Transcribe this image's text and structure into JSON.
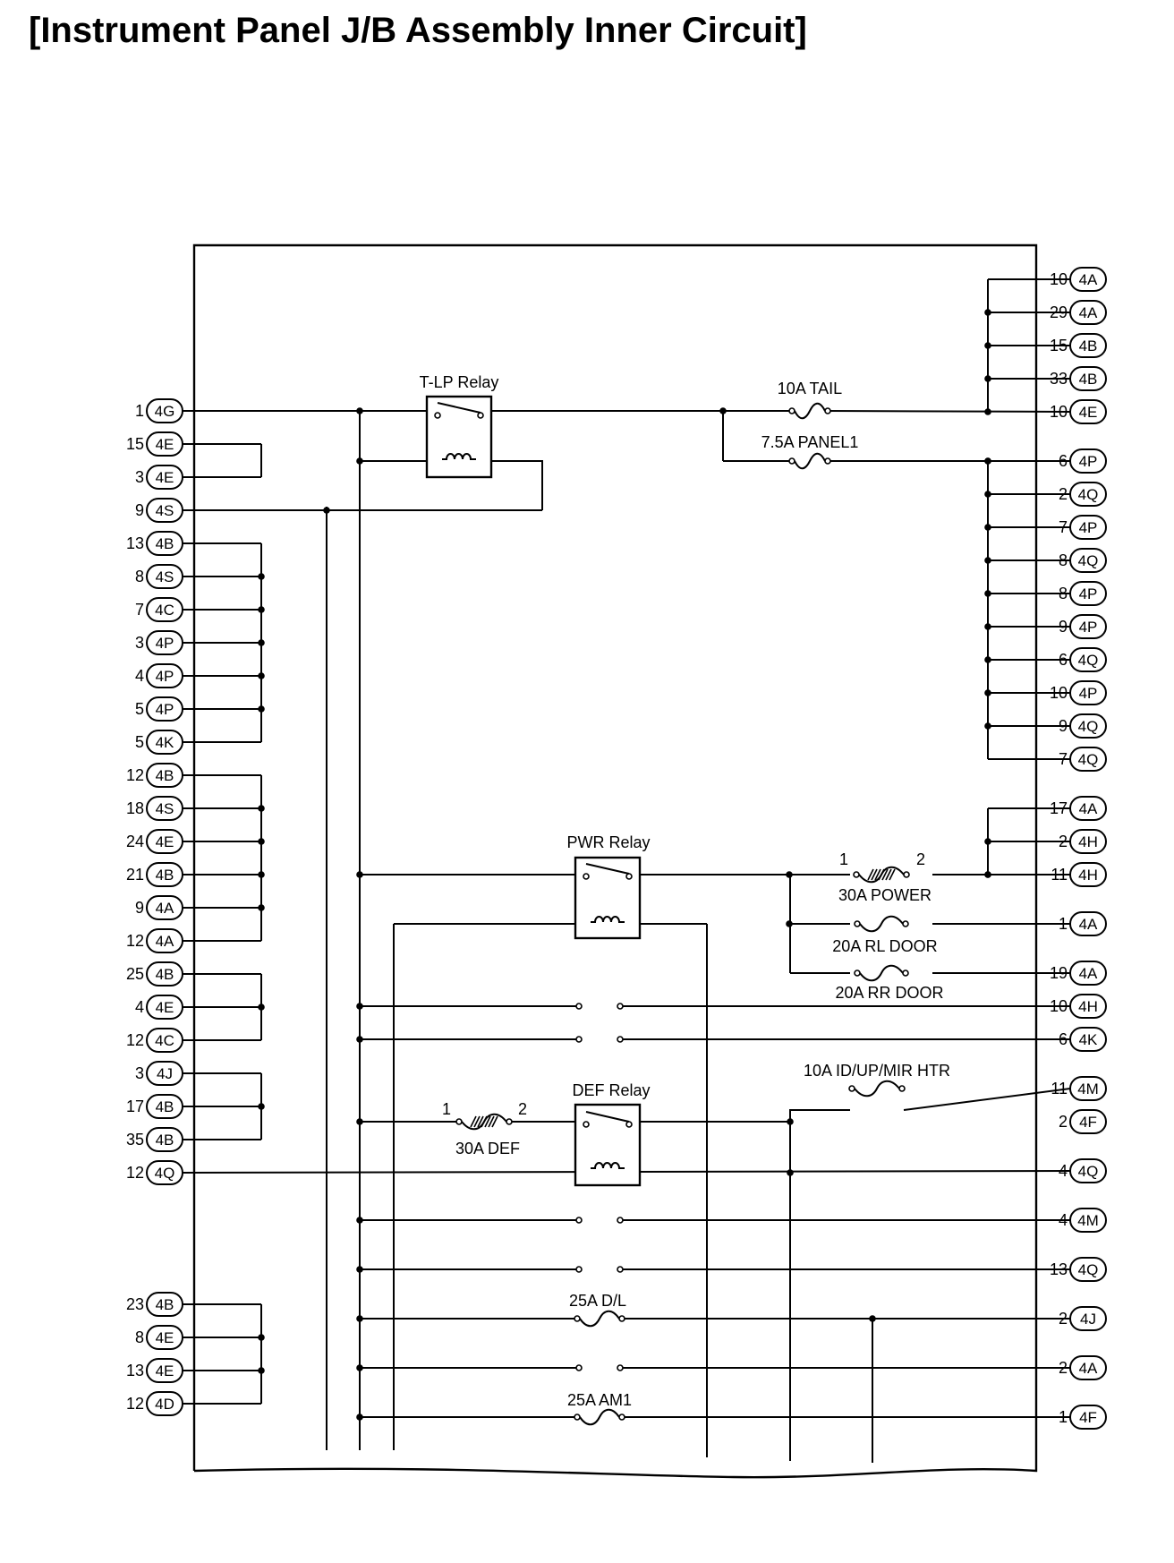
{
  "title": "[Instrument Panel J/B Assembly Inner Circuit]",
  "left_terminals": [
    {
      "pin": "1",
      "connector": "4G"
    },
    {
      "pin": "15",
      "connector": "4E"
    },
    {
      "pin": "3",
      "connector": "4E"
    },
    {
      "pin": "9",
      "connector": "4S"
    },
    {
      "pin": "13",
      "connector": "4B"
    },
    {
      "pin": "8",
      "connector": "4S"
    },
    {
      "pin": "7",
      "connector": "4C"
    },
    {
      "pin": "3",
      "connector": "4P"
    },
    {
      "pin": "4",
      "connector": "4P"
    },
    {
      "pin": "5",
      "connector": "4P"
    },
    {
      "pin": "5",
      "connector": "4K"
    },
    {
      "pin": "12",
      "connector": "4B"
    },
    {
      "pin": "18",
      "connector": "4S"
    },
    {
      "pin": "24",
      "connector": "4E"
    },
    {
      "pin": "21",
      "connector": "4B"
    },
    {
      "pin": "9",
      "connector": "4A"
    },
    {
      "pin": "12",
      "connector": "4A"
    },
    {
      "pin": "25",
      "connector": "4B"
    },
    {
      "pin": "4",
      "connector": "4E"
    },
    {
      "pin": "12",
      "connector": "4C"
    },
    {
      "pin": "3",
      "connector": "4J"
    },
    {
      "pin": "17",
      "connector": "4B"
    },
    {
      "pin": "35",
      "connector": "4B"
    },
    {
      "pin": "12",
      "connector": "4Q"
    },
    {
      "pin": "23",
      "connector": "4B"
    },
    {
      "pin": "8",
      "connector": "4E"
    },
    {
      "pin": "13",
      "connector": "4E"
    },
    {
      "pin": "12",
      "connector": "4D"
    }
  ],
  "right_terminals": [
    {
      "pin": "10",
      "connector": "4A"
    },
    {
      "pin": "29",
      "connector": "4A"
    },
    {
      "pin": "15",
      "connector": "4B"
    },
    {
      "pin": "33",
      "connector": "4B"
    },
    {
      "pin": "10",
      "connector": "4E"
    },
    {
      "pin": "6",
      "connector": "4P"
    },
    {
      "pin": "2",
      "connector": "4Q"
    },
    {
      "pin": "7",
      "connector": "4P"
    },
    {
      "pin": "8",
      "connector": "4Q"
    },
    {
      "pin": "8",
      "connector": "4P"
    },
    {
      "pin": "9",
      "connector": "4P"
    },
    {
      "pin": "6",
      "connector": "4Q"
    },
    {
      "pin": "10",
      "connector": "4P"
    },
    {
      "pin": "9",
      "connector": "4Q"
    },
    {
      "pin": "7",
      "connector": "4Q"
    },
    {
      "pin": "17",
      "connector": "4A"
    },
    {
      "pin": "2",
      "connector": "4H"
    },
    {
      "pin": "11",
      "connector": "4H"
    },
    {
      "pin": "1",
      "connector": "4A"
    },
    {
      "pin": "19",
      "connector": "4A"
    },
    {
      "pin": "10",
      "connector": "4H"
    },
    {
      "pin": "6",
      "connector": "4K"
    },
    {
      "pin": "11",
      "connector": "4M"
    },
    {
      "pin": "2",
      "connector": "4F"
    },
    {
      "pin": "4",
      "connector": "4Q"
    },
    {
      "pin": "4",
      "connector": "4M"
    },
    {
      "pin": "13",
      "connector": "4Q"
    },
    {
      "pin": "2",
      "connector": "4J"
    },
    {
      "pin": "2",
      "connector": "4A"
    },
    {
      "pin": "1",
      "connector": "4F"
    }
  ],
  "relays": [
    {
      "label": "T-LP Relay"
    },
    {
      "label": "PWR Relay"
    },
    {
      "label": "DEF Relay"
    }
  ],
  "fuses": [
    {
      "label": "10A TAIL"
    },
    {
      "label": "7.5A PANEL1"
    },
    {
      "label": "30A POWER",
      "pin_left": "1",
      "pin_right": "2"
    },
    {
      "label": "20A RL DOOR"
    },
    {
      "label": "20A RR DOOR"
    },
    {
      "label": "10A ID/UP/MIR HTR"
    },
    {
      "label": "30A DEF",
      "pin_left": "1",
      "pin_right": "2"
    },
    {
      "label": "25A D/L"
    },
    {
      "label": "25A AM1"
    }
  ]
}
